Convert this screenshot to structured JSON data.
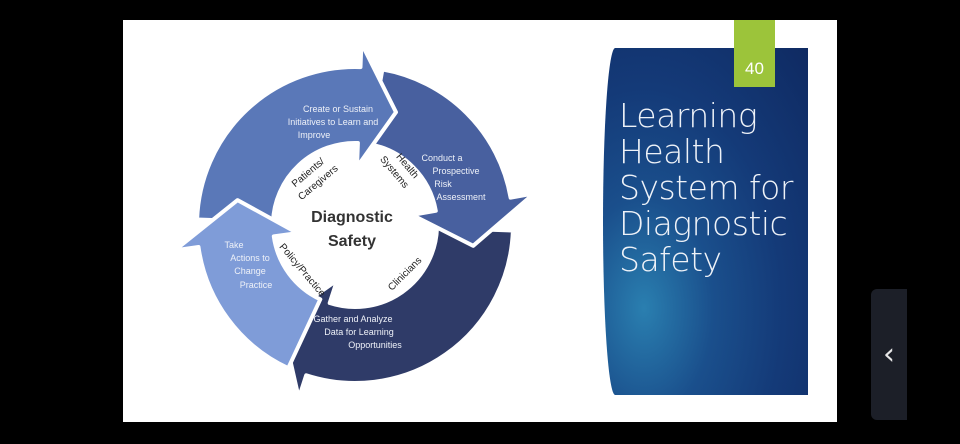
{
  "slide": {
    "number": "40",
    "title_lines": [
      "Learning",
      "Health",
      "System for",
      "Diagnostic",
      "Safety"
    ],
    "diagram": {
      "center_lines": [
        "Diagnostic",
        "Safety"
      ],
      "steps": [
        {
          "lines": [
            "Create or Sustain",
            "Initiatives to Learn and",
            "Improve"
          ],
          "color": "#5a78b8"
        },
        {
          "lines": [
            "Conduct a",
            "Prospective",
            "Risk",
            "Assessment"
          ],
          "color": "#48609f"
        },
        {
          "lines": [
            "Gather and Analyze",
            "Data for Learning",
            "Opportunities"
          ],
          "color": "#2f3b68"
        },
        {
          "lines": [
            "Take",
            "Actions to",
            "Change",
            "Practice"
          ],
          "color": "#7f9cd8"
        }
      ],
      "stakeholders": [
        "Patients/",
        "Caregivers",
        "Health",
        "Systems",
        "Clinicians",
        "Policy/Practice"
      ]
    }
  },
  "nav": {
    "collapse_icon": "chevron-left-icon",
    "glyph": "‹"
  },
  "colors": {
    "tab": "#9cc43a",
    "panel": "#143a78"
  }
}
